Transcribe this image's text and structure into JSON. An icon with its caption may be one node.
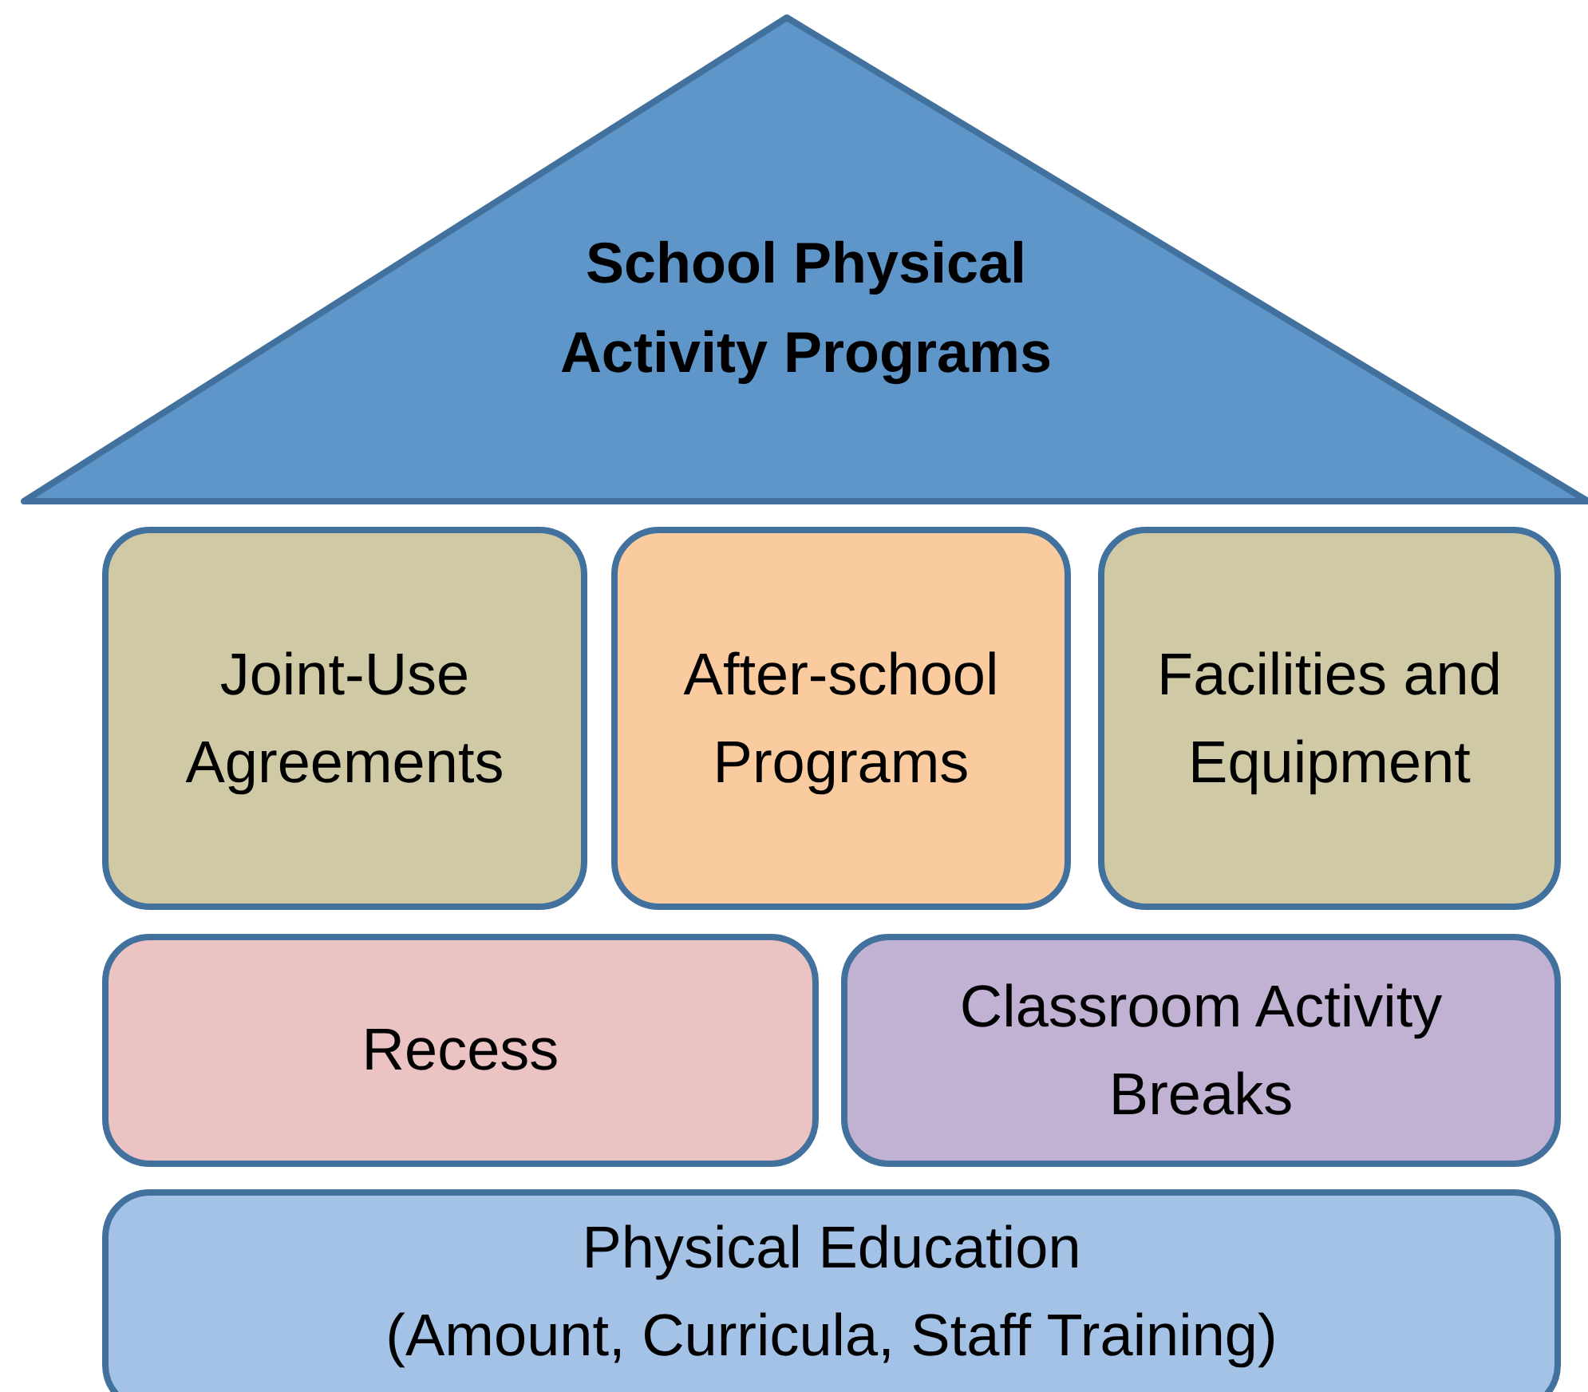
{
  "diagram": {
    "nodes": [
      {
        "text": [
          "School Physical Activity Programs"
        ]
      },
      {
        "text": [
          "Joint-Use Agreements"
        ]
      },
      {
        "text": [
          "After-school Programs"
        ]
      },
      {
        "text": [
          "Facilities and Equipment"
        ]
      },
      {
        "text": [
          "Recess"
        ]
      },
      {
        "text": [
          "Classroom Activity Breaks"
        ]
      },
      {
        "text": [
          "Physical Education",
          "(Amount, Curricula, Staff Training)"
        ]
      }
    ]
  }
}
